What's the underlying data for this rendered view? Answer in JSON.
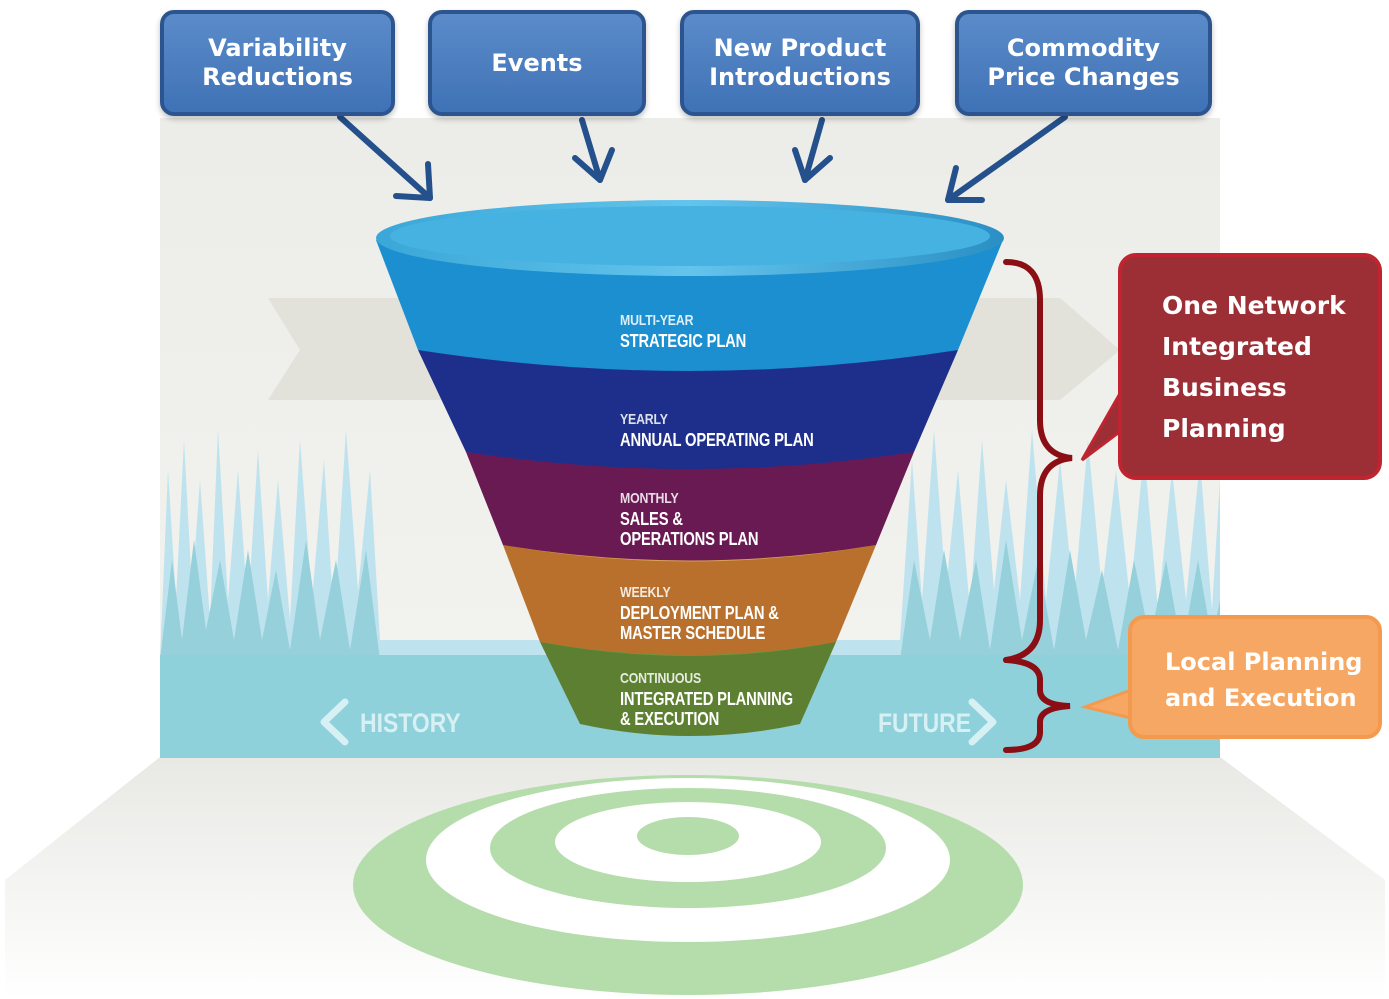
{
  "inputs": [
    {
      "label": "Variability\nReductions"
    },
    {
      "label": "Events"
    },
    {
      "label": "New Product\nIntroductions"
    },
    {
      "label": "Commodity\nPrice Changes"
    }
  ],
  "funnel_tiers": [
    {
      "period": "MULTI-YEAR",
      "plan": "STRATEGIC PLAN",
      "color": "#1b8fcf"
    },
    {
      "period": "YEARLY",
      "plan": "ANNUAL OPERATING PLAN",
      "color": "#1d2f8a"
    },
    {
      "period": "MONTHLY",
      "plan": "SALES &\nOPERATIONS PLAN",
      "color": "#6a1a52"
    },
    {
      "period": "WEEKLY",
      "plan": "DEPLOYMENT PLAN &\nMASTER SCHEDULE",
      "color": "#b8702c"
    },
    {
      "period": "CONTINUOUS",
      "plan": "INTEGRATED PLANNING\n& EXECUTION",
      "color": "#5d7f31"
    }
  ],
  "timeline": {
    "past": "HISTORY",
    "future": "FUTURE"
  },
  "callouts": {
    "integrated": "One Network\nIntegrated\nBusiness\nPlanning",
    "local": "Local Planning\nand Execution"
  },
  "colors": {
    "input_box": "#4a7dbf",
    "arrow": "#24508c",
    "brace": "#8b0e14",
    "integrated_callout": "#9b2f35",
    "local_callout": "#f6a764",
    "target": "#b5dcab"
  }
}
